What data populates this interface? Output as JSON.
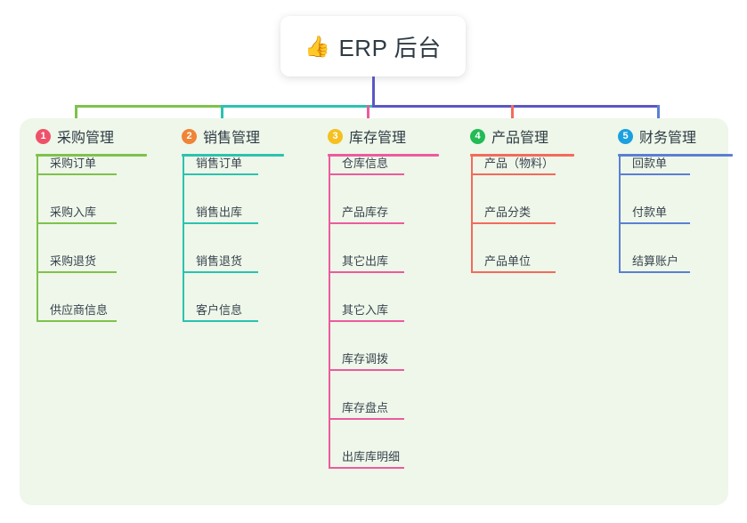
{
  "root": {
    "icon": "thumbs-up-icon",
    "icon_glyph": "👍",
    "title": "ERP 后台"
  },
  "theme": {
    "panel_bg": "#eef7e9",
    "page_bg": "#ffffff",
    "title_text_color": "#2f3b45",
    "trunk_color": "#5b57c4"
  },
  "columns": [
    {
      "index": "1",
      "badge_color": "#f0516a",
      "line_color": "#7ec24c",
      "title": "采购管理",
      "items": [
        {
          "label": "采购订单"
        },
        {
          "label": "采购入库"
        },
        {
          "label": "采购退货"
        },
        {
          "label": "供应商信息"
        }
      ]
    },
    {
      "index": "2",
      "badge_color": "#f08437",
      "line_color": "#2cc2b0",
      "title": "销售管理",
      "items": [
        {
          "label": "销售订单"
        },
        {
          "label": "销售出库"
        },
        {
          "label": "销售退货"
        },
        {
          "label": "客户信息"
        }
      ]
    },
    {
      "index": "3",
      "badge_color": "#f5c020",
      "line_color": "#ec5a9e",
      "title": "库存管理",
      "items": [
        {
          "label": "仓库信息"
        },
        {
          "label": "产品库存"
        },
        {
          "label": "其它出库"
        },
        {
          "label": "其它入库"
        },
        {
          "label": "库存调拨"
        },
        {
          "label": "库存盘点"
        },
        {
          "label": "出库库明细"
        }
      ]
    },
    {
      "index": "4",
      "badge_color": "#22bb55",
      "line_color": "#f46a5c",
      "title": "产品管理",
      "items": [
        {
          "label": "产品（物料）"
        },
        {
          "label": "产品分类"
        },
        {
          "label": "产品单位"
        }
      ]
    },
    {
      "index": "5",
      "badge_color": "#1ba0e0",
      "line_color": "#5b7fd4",
      "title": "财务管理",
      "items": [
        {
          "label": "回款单"
        },
        {
          "label": "付款单"
        },
        {
          "label": "结算账户"
        }
      ]
    }
  ]
}
